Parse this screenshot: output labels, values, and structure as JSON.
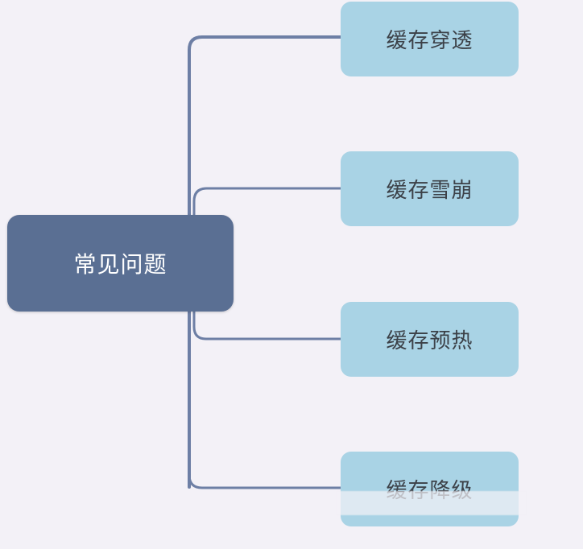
{
  "diagram": {
    "type": "mind-map",
    "root": {
      "label": "常见问题"
    },
    "children": [
      {
        "label": "缓存穿透"
      },
      {
        "label": "缓存雪崩"
      },
      {
        "label": "缓存预热"
      },
      {
        "label": "缓存降级"
      }
    ]
  },
  "colors": {
    "background": "#f3f1f7",
    "root_fill": "#5a6f93",
    "root_text": "#ffffff",
    "child_fill": "#a9d3e5",
    "child_text": "#3c4148",
    "connector": "#6d7fa5"
  }
}
